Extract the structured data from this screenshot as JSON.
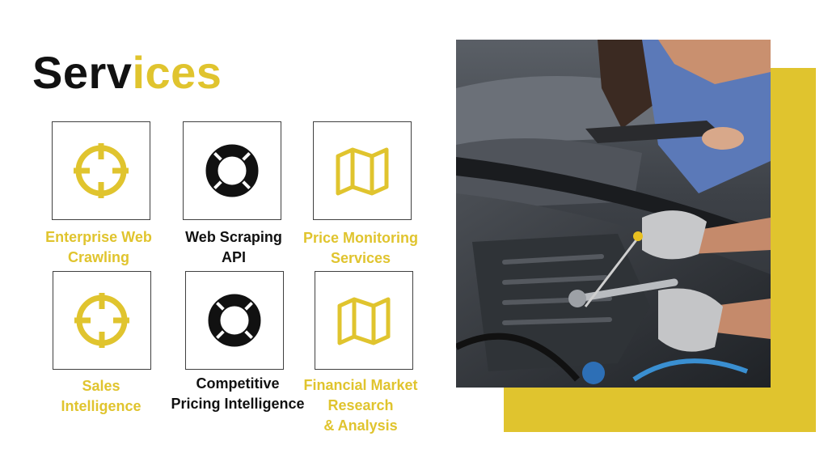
{
  "title": {
    "dark": "Serv",
    "accent": "ices"
  },
  "colors": {
    "accent": "#e0c42e",
    "text_dark": "#111111",
    "card_border": "#404040"
  },
  "services": [
    {
      "icon": "crosshair-icon",
      "lines": [
        "Enterprise Web",
        "Crawling"
      ]
    },
    {
      "icon": "lifebuoy-icon",
      "lines": [
        "Web Scraping",
        "API"
      ]
    },
    {
      "icon": "map-icon",
      "lines": [
        "Price Monitoring",
        "Services"
      ]
    },
    {
      "icon": "crosshair-icon",
      "lines": [
        "Sales",
        "Intelligence"
      ]
    },
    {
      "icon": "lifebuoy-icon",
      "lines": [
        "Competitive",
        "Pricing Intelligence"
      ]
    },
    {
      "icon": "map-icon",
      "lines": [
        "Financial Market",
        "Research",
        "& Analysis"
      ]
    }
  ],
  "photo": {
    "subject": "mechanics-inspecting-car-engine"
  }
}
